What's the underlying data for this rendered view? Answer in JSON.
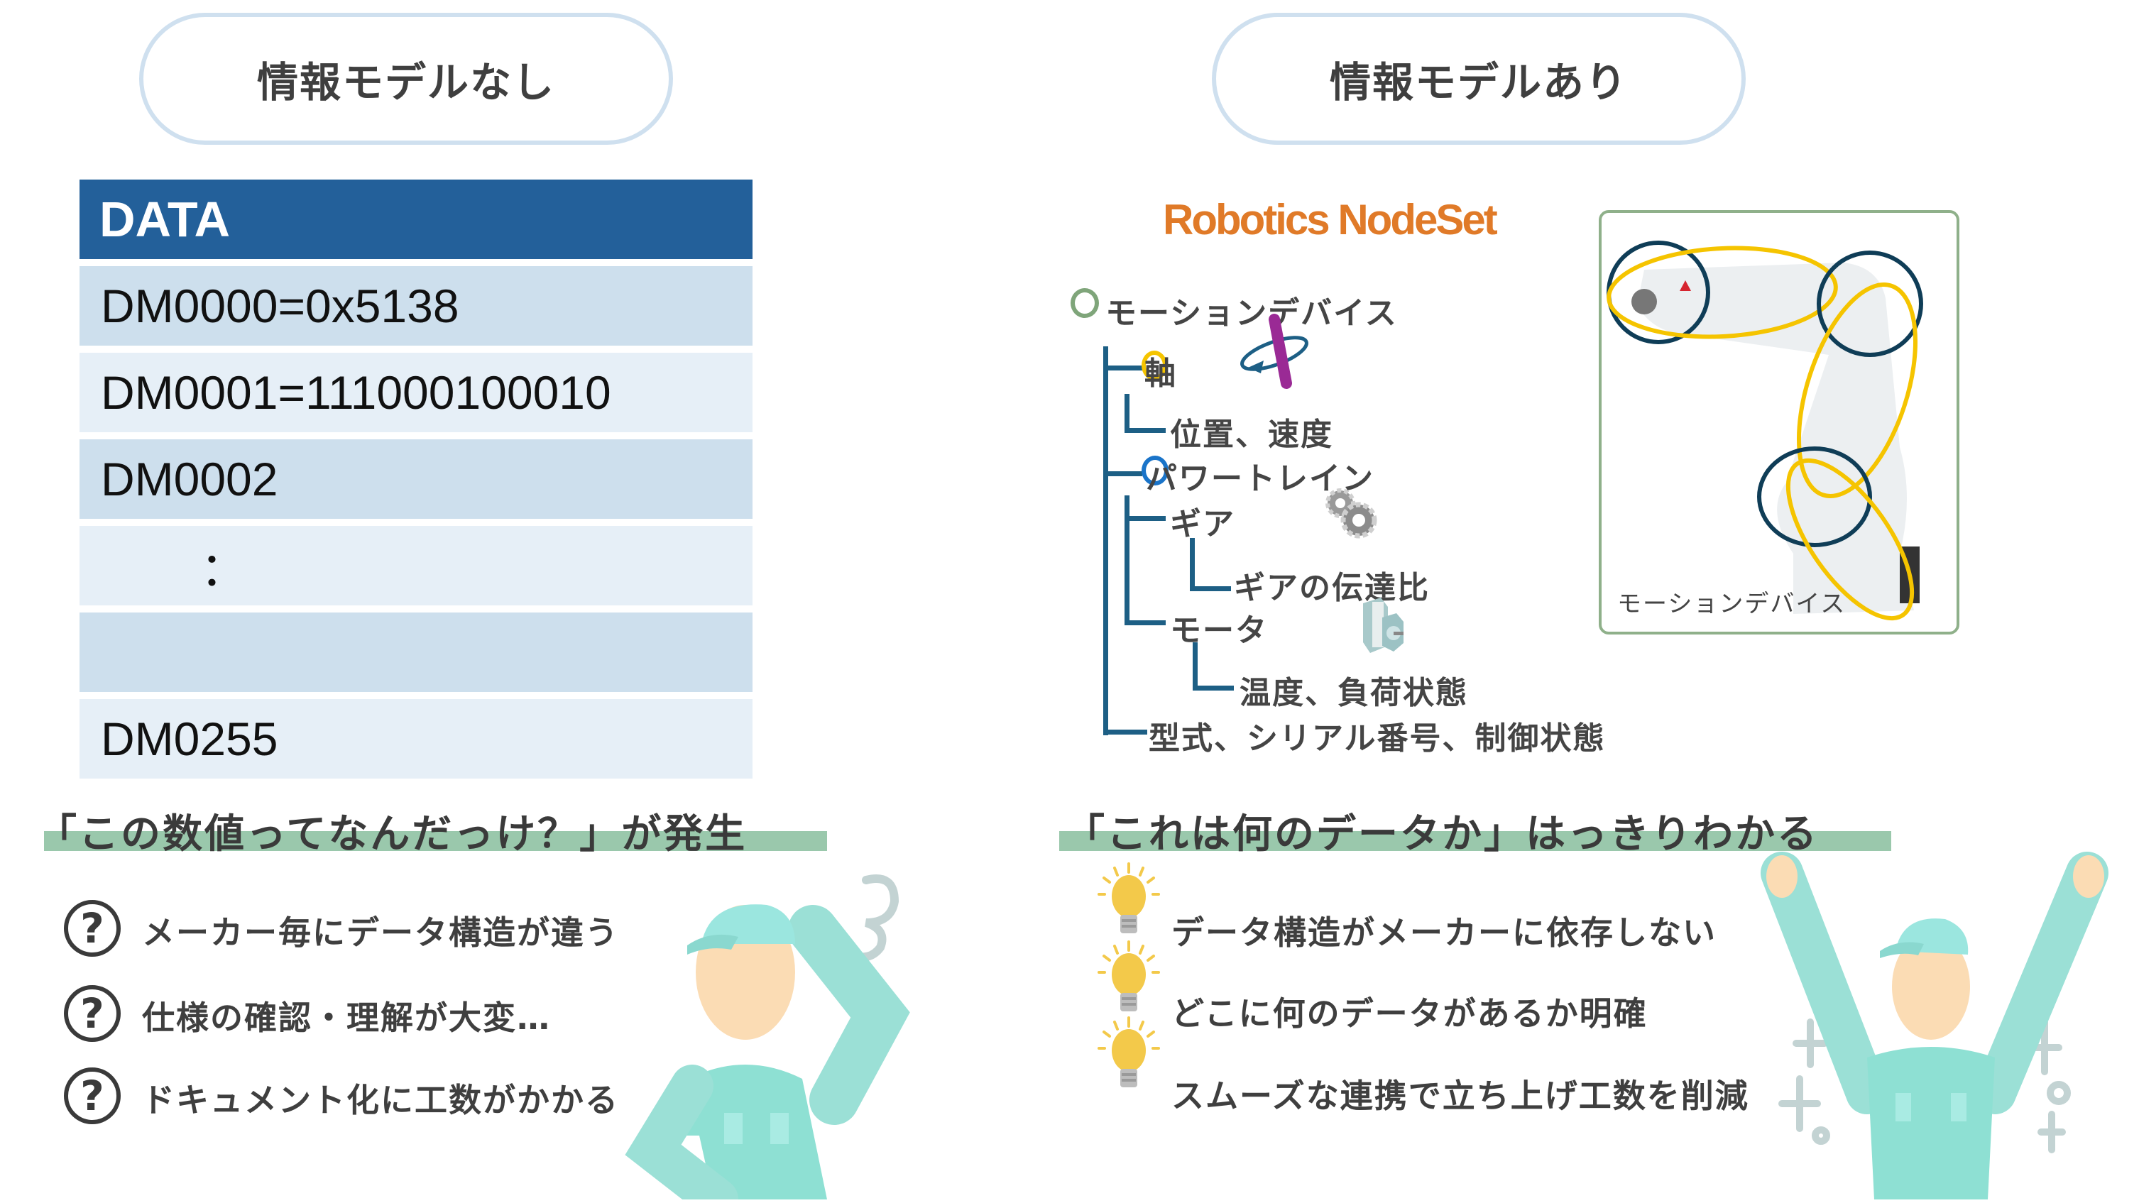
{
  "left": {
    "title": "情報モデルなし",
    "table": {
      "header": "DATA",
      "rows": [
        "DM0000=0x5138",
        "DM0001=111000100010",
        "DM0002",
        "：",
        "",
        "DM0255"
      ]
    },
    "heading": "「この数値ってなんだっけ？」が発生",
    "bullets": [
      {
        "icon": "question-icon",
        "text": "メーカー毎にデータ構造が違う"
      },
      {
        "icon": "question-icon",
        "text": "仕様の確認・理解が大変…"
      },
      {
        "icon": "question-icon",
        "text": "ドキュメント化に工数がかかる"
      }
    ],
    "question_glyph": "?"
  },
  "right": {
    "title": "情報モデルあり",
    "logo": "Robotics NodeSet",
    "tree": {
      "root": "モーションデバイス",
      "axis": "軸",
      "axis_child": "位置、速度",
      "powertrain": "パワートレイン",
      "gear": "ギア",
      "gear_child": "ギアの伝達比",
      "motor": "モータ",
      "motor_child": "温度、負荷状態",
      "root_attr": "型式、シリアル番号、制御状態"
    },
    "robot_caption": "モーションデバイス",
    "heading": "「これは何のデータか」はっきりわかる",
    "bullets": [
      {
        "icon": "lightbulb-icon",
        "text": "データ構造がメーカーに依存しない"
      },
      {
        "icon": "lightbulb-icon",
        "text": "どこに何のデータがあるか明確"
      },
      {
        "icon": "lightbulb-icon",
        "text": "スムーズな連携で立ち上げ工数を削減"
      }
    ]
  },
  "colors": {
    "pill_border": "#cfe0ef",
    "table_header": "#23609a",
    "table_row_dark": "#cddfed",
    "table_row_light": "#e6eff7",
    "heading_bar": "#9ac8ac",
    "logo": "#e07a28",
    "tree_line": "#1d5f85",
    "ring_green": "#7fa57a",
    "ring_yellow": "#f5c400",
    "ring_blue": "#1a74c9",
    "worker_suit": "#8ee0d3",
    "worker_skin": "#fbdcb4"
  }
}
